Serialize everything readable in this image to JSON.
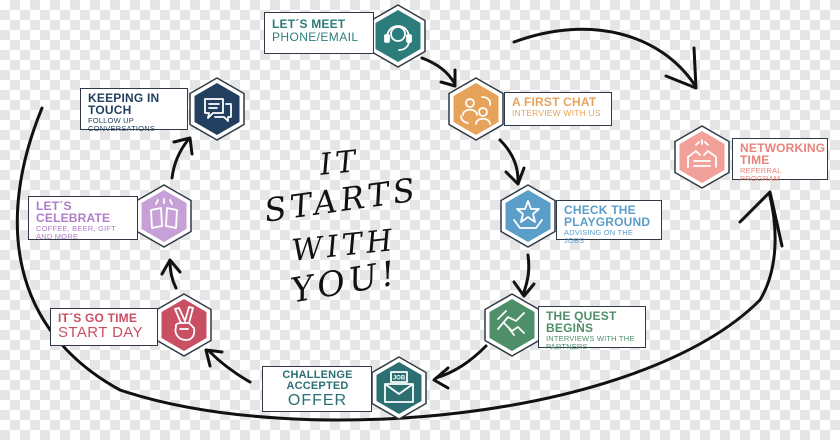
{
  "colors": {
    "teal": "#2d7c7c",
    "orange": "#e8a35b",
    "blue": "#5a9ec9",
    "green": "#4e8f6a",
    "deep_teal": "#2b6f72",
    "red": "#c94f63",
    "purple": "#c8a0d8",
    "navy": "#233f5f",
    "salmon": "#f2a09a",
    "border": "#2f3a46",
    "ink": "#111111"
  },
  "center_text": [
    "IT",
    "STARTS",
    "WITH",
    "YOU!"
  ],
  "steps": {
    "lets_meet": {
      "title": "LET´S MEET",
      "subtitle": "PHONE/EMAIL",
      "icon": "headset-icon"
    },
    "first_chat": {
      "title": "A FIRST CHAT",
      "subtitle": "INTERVIEW WITH US",
      "icon": "people-chat-icon"
    },
    "check_playground": {
      "title": "CHECK THE PLAYGROUND",
      "subtitle": "ADVISING ON THE JOBS",
      "icon": "star-hands-icon"
    },
    "quest_begins": {
      "title": "THE QUEST BEGINS",
      "subtitle": "INTERVIEWS WITH THE PARTNERS",
      "icon": "handshake-icon"
    },
    "challenge": {
      "title": "CHALLENGE ACCEPTED",
      "subtitle": "OFFER",
      "icon": "job-envelope-icon"
    },
    "go_time": {
      "title": "IT´S GO TIME",
      "subtitle": "START DAY",
      "icon": "victory-hand-icon"
    },
    "celebrate": {
      "title": "LET´S CELEBRATE",
      "subtitle": "COFFEE, BEER, GIFT AND MORE",
      "icon": "cheers-icon"
    },
    "keeping_touch": {
      "title": "KEEPING IN TOUCH",
      "subtitle": "FOLLOW UP CONVERSATIONS",
      "icon": "chat-bubbles-icon"
    },
    "networking": {
      "title": "NETWORKING TIME",
      "subtitle": "REFERRAL PROGRAM",
      "icon": "network-hands-icon"
    }
  }
}
